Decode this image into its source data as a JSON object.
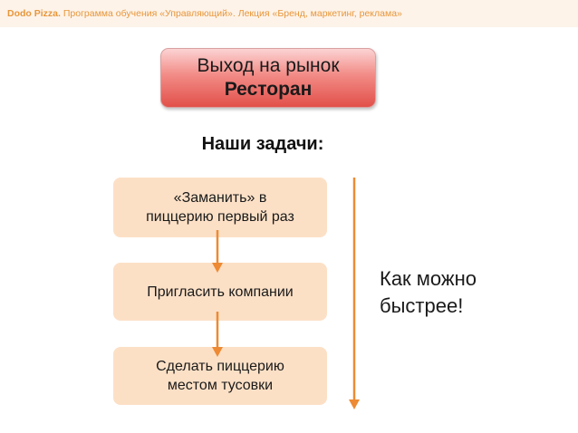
{
  "header": {
    "brand": "Dodo Pizza.",
    "rest": " Программа обучения «Управляющий».   Лекция «Бренд, маркетинг, реклама»"
  },
  "title_box": {
    "line1": "Выход на рынок",
    "line2": "Ресторан"
  },
  "tasks_heading": "Наши задачи:",
  "tasks": [
    {
      "line1": "«Заманить» в",
      "line2": "пиццерию первый раз"
    },
    {
      "line1": "Пригласить компании"
    },
    {
      "line1": "Сделать пиццерию",
      "line2": "местом тусовки"
    }
  ],
  "side_note": {
    "line1": "Как можно",
    "line2": "быстрее!"
  },
  "colors": {
    "accent_orange": "#e8963a",
    "arrow_orange": "#ed8a33",
    "task_fill": "#fce0c6",
    "title_red": "#e2504a",
    "header_bg": "#fdf3e9"
  }
}
